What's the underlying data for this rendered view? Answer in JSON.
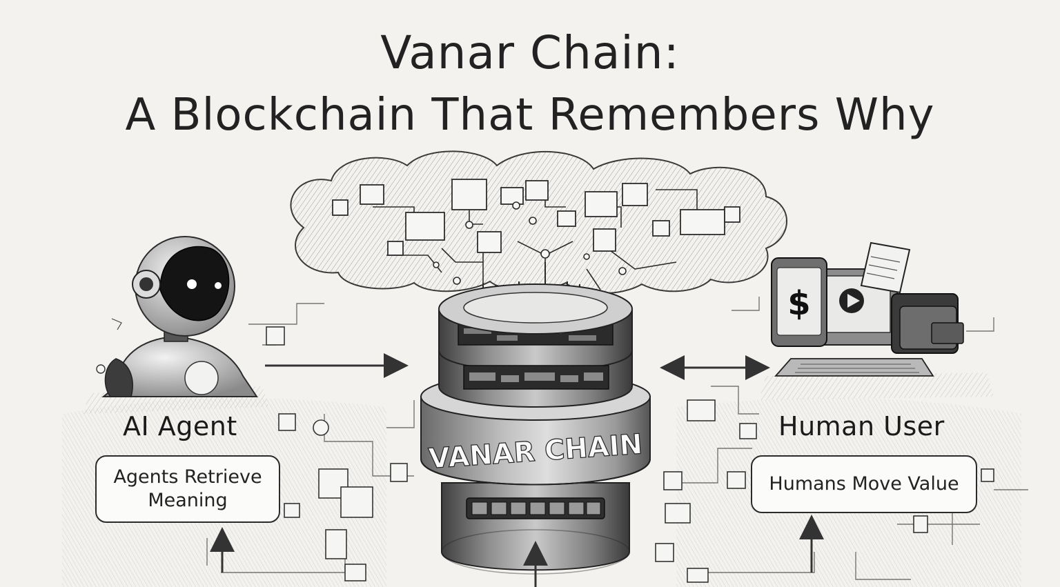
{
  "title": {
    "line1": "Vanar Chain:",
    "line2": "A Blockchain That Remembers Why"
  },
  "chain_label": "VANAR CHAIN",
  "left": {
    "name": "AI Agent",
    "box_text": "Agents Retrieve Meaning"
  },
  "right": {
    "name": "Human User",
    "box_text": "Humans Move Value",
    "device_symbol": "$"
  },
  "icons": {
    "robot": "robot-icon",
    "devices": "devices-icon",
    "cloud": "memory-cloud-icon",
    "database": "blockchain-database-icon"
  },
  "colors": {
    "ink": "#222222",
    "paper": "#f3f2ef",
    "shade": "#9a9a9a"
  }
}
